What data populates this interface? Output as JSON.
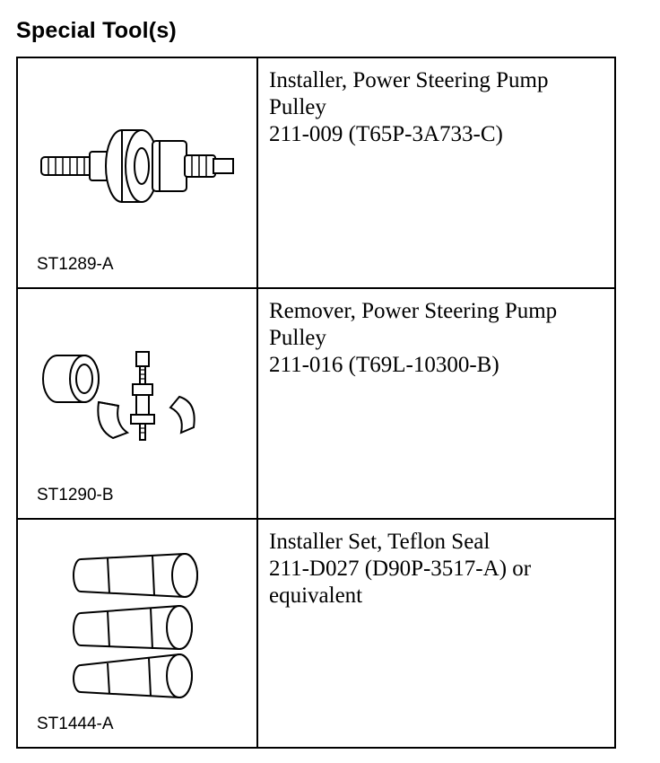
{
  "heading": "Special Tool(s)",
  "tools": [
    {
      "code": "ST1289-A",
      "lines": [
        "Installer, Power Steering Pump",
        "Pulley",
        "211-009 (T65P-3A733-C)"
      ],
      "icon": "pulley-installer-icon"
    },
    {
      "code": "ST1290-B",
      "lines": [
        "Remover, Power Steering Pump",
        "Pulley",
        "211-016 (T69L-10300-B)"
      ],
      "icon": "pulley-remover-icon"
    },
    {
      "code": "ST1444-A",
      "lines": [
        "Installer Set, Teflon Seal",
        "211-D027 (D90P-3517-A) or",
        "equivalent"
      ],
      "icon": "seal-installer-set-icon"
    }
  ]
}
